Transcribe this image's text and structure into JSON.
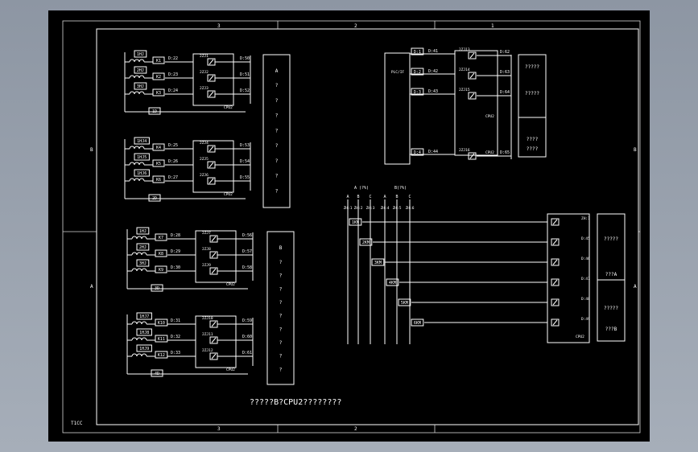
{
  "drawing": {
    "border_labels": {
      "top": [
        "3",
        "2",
        "1"
      ],
      "bottom": [
        "3",
        "2"
      ],
      "left": [
        "B",
        "A"
      ],
      "right": [
        "B",
        "A"
      ]
    },
    "title_block_text": "T1CC",
    "caption": "?????B?CPU2????????"
  },
  "left_top": {
    "group1": {
      "coils": [
        "1HJ",
        "2HJ",
        "3HJ"
      ],
      "tags": [
        "K1",
        "K2",
        "K3"
      ],
      "nets": [
        "D:22",
        "D:23",
        "D:24"
      ],
      "relays": [
        "2ZJ1",
        "2ZJ2",
        "2ZJ3"
      ],
      "outs": [
        "D:50",
        "D:51",
        "D:52"
      ],
      "common": "1D",
      "cpu": "CPU2"
    },
    "group2": {
      "coils": [
        "1HJ4",
        "1HJ5",
        "1HJ6"
      ],
      "tags": [
        "K4",
        "K5",
        "K6"
      ],
      "nets": [
        "D:25",
        "D:26",
        "D:27"
      ],
      "relays": [
        "2ZJ4",
        "2ZJ5",
        "2ZJ6"
      ],
      "outs": [
        "D:53",
        "D:54",
        "D:55"
      ],
      "common": "2D",
      "cpu": "CPU2"
    },
    "legend": {
      "header": "A",
      "rows": [
        "?",
        "?",
        "?",
        "?",
        "?",
        "?",
        "?",
        "?"
      ]
    }
  },
  "left_bottom": {
    "group1": {
      "coils": [
        "1HJ",
        "2HJ",
        "3HJ"
      ],
      "tags": [
        "K7",
        "K8",
        "K9"
      ],
      "nets": [
        "D:28",
        "D:29",
        "D:30"
      ],
      "relays": [
        "2ZJ7",
        "2ZJ8",
        "2ZJ9"
      ],
      "outs": [
        "D:56",
        "D:57",
        "D:58"
      ],
      "common": "3D",
      "cpu": "CPU2"
    },
    "group2": {
      "coils": [
        "1HJ7",
        "1HJ8",
        "1HJ9"
      ],
      "tags": [
        "K10",
        "K11",
        "K12"
      ],
      "nets": [
        "D:31",
        "D:32",
        "D:33"
      ],
      "relays": [
        "2ZJ10",
        "2ZJ11",
        "2ZJ12"
      ],
      "outs": [
        "D:59",
        "D:60",
        "D:61"
      ],
      "common": "4D",
      "cpu": "CPU2"
    },
    "legend": {
      "header": "B",
      "rows": [
        "?",
        "?",
        "?",
        "?",
        "?",
        "?",
        "?",
        "?",
        "?"
      ]
    }
  },
  "right_top": {
    "source": "PLC/IF",
    "inputs": [
      "D:1",
      "D:2",
      "D:3",
      "D:4"
    ],
    "nets": [
      "D:41",
      "D:42",
      "D:43",
      "D:44"
    ],
    "relays": [
      "2ZJ13",
      "2ZJ14",
      "2ZJ15",
      "2ZJ16"
    ],
    "outs": [
      "D:62",
      "D:63",
      "D:64",
      "D:65"
    ],
    "cpu": [
      "CPU2",
      "CPU2"
    ],
    "legend_top": [
      "?????",
      "?????"
    ],
    "legend_bottom": [
      "????",
      "????"
    ]
  },
  "right_bottom": {
    "bus_titles": [
      "A (?%)",
      "B(?%)"
    ],
    "terminal_letters": [
      "A",
      "B",
      "C",
      "A",
      "B",
      "C"
    ],
    "terminal_codes": [
      "ZH:1",
      "ZH:2",
      "ZH:3",
      "ZH:4",
      "ZH:5",
      "ZH:6"
    ],
    "switches": [
      "1KM",
      "2KM",
      "3KM",
      "4KM",
      "5KM",
      "6KM"
    ],
    "relay_codes": [
      "ZH:1",
      "D:45",
      "D:46",
      "D:47",
      "D:48",
      "D:49"
    ],
    "cpu": "CPU2",
    "legend_top": [
      "?????",
      "???A"
    ],
    "legend_bottom": [
      "?????",
      "???B"
    ]
  }
}
